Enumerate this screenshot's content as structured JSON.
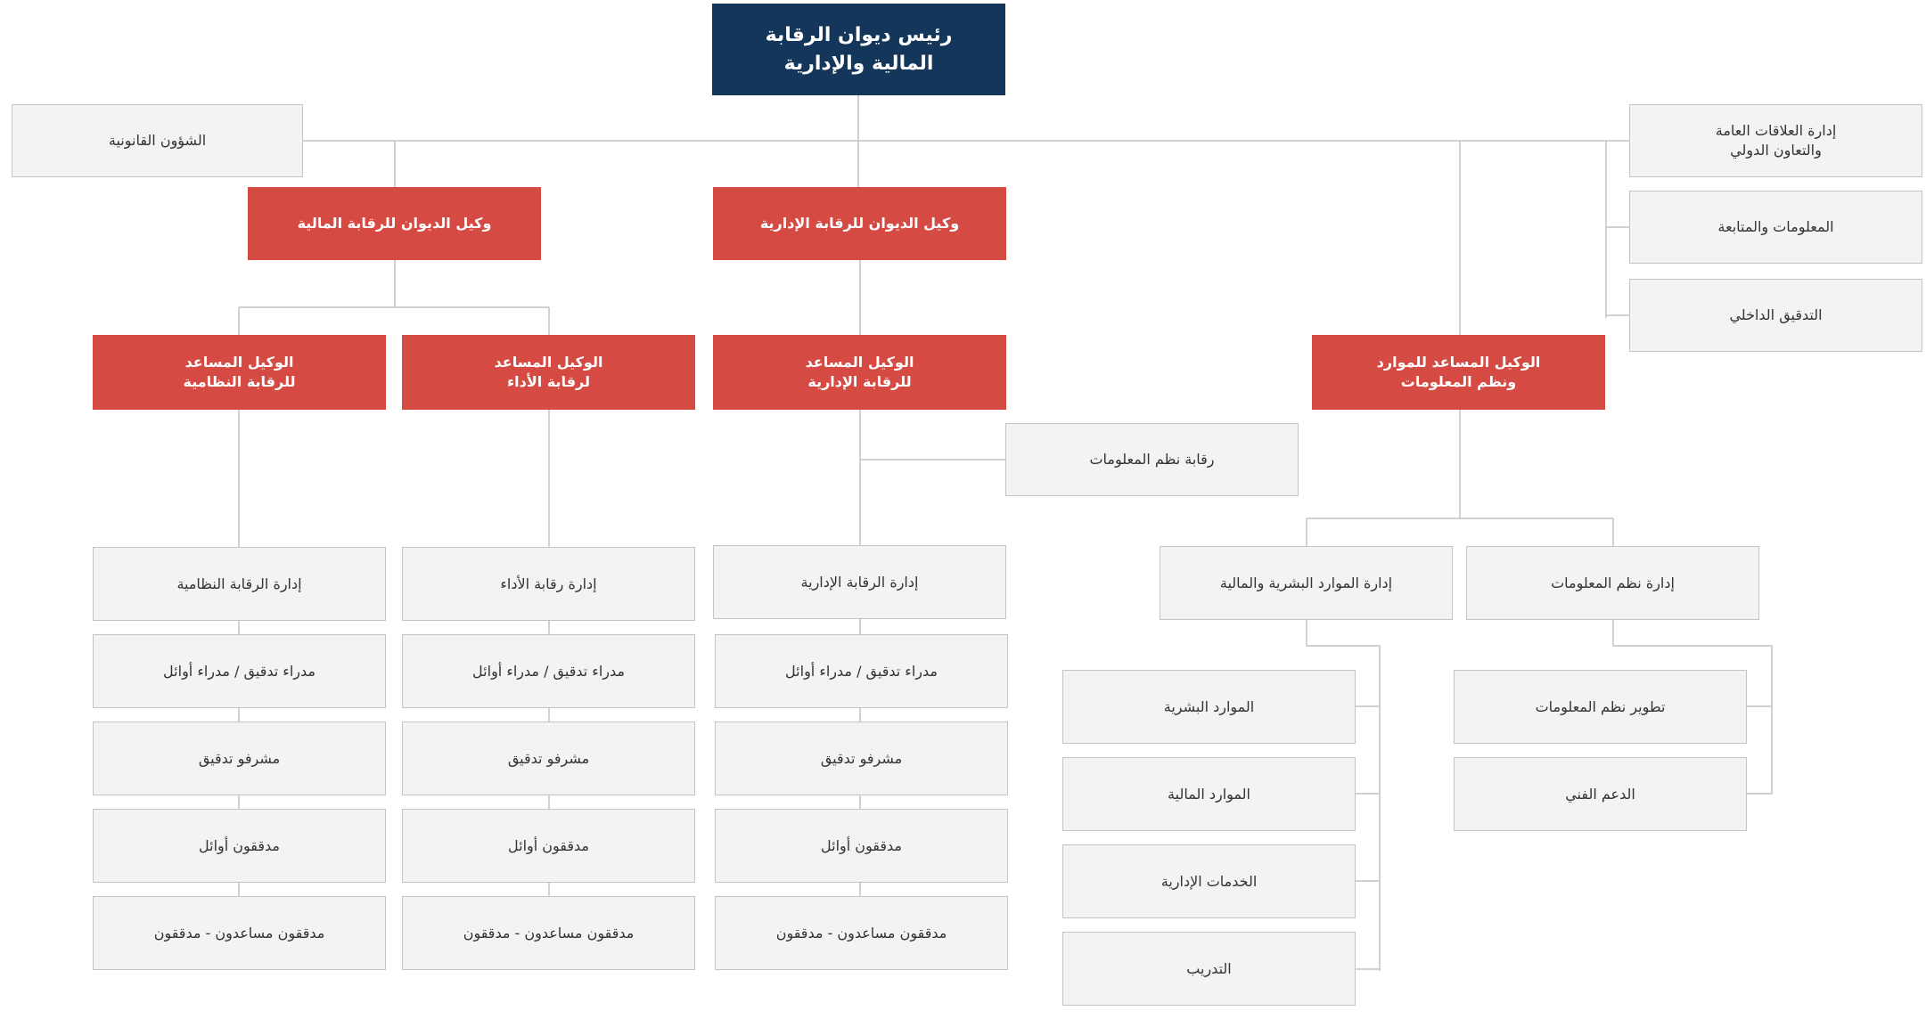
{
  "colors": {
    "head": "#14365b",
    "deputy": "#d54a42",
    "unit_fill": "#f3f3f3",
    "unit_border": "#c4c4c4",
    "connector": "#c4c4c4"
  },
  "nodes": {
    "president": "رئيس ديوان الرقابة\nالمالية والإدارية",
    "legal_affairs": "الشؤون القانونية",
    "public_relations": "إدارة العلاقات العامة\nوالتعاون الدولي",
    "information_followup": "المعلومات والمتابعة",
    "internal_audit": "التدقيق الداخلي",
    "deputy_financial": "وكيل الديوان للرقابة المالية",
    "deputy_administrative": "وكيل الديوان للرقابة الإدارية",
    "asst_regulatory": "الوكيل المساعد\nللرقابة النظامية",
    "asst_performance": "الوكيل المساعد\nلرقابة الأداء",
    "asst_administrative": "الوكيل المساعد\nللرقابة الإدارية",
    "asst_resources": "الوكيل المساعد للموارد\nونظم المعلومات",
    "is_control": "رقابة نظم المعلومات",
    "col_regulatory": [
      "إدارة الرقابة النظامية",
      "مدراء تدقيق / مدراء أوائل",
      "مشرفو تدقيق",
      "مدققون أوائل",
      "مدققون مساعدون - مدققون"
    ],
    "col_performance": [
      "إدارة رقابة الأداء",
      "مدراء تدقيق / مدراء أوائل",
      "مشرفو تدقيق",
      "مدققون أوائل",
      "مدققون مساعدون - مدققون"
    ],
    "col_administrative": [
      "إدارة الرقابة الإدارية",
      "مدراء تدقيق / مدراء أوائل",
      "مشرفو تدقيق",
      "مدققون أوائل",
      "مدققون مساعدون - مدققون"
    ],
    "hr_finance_dept": "إدارة الموارد البشرية والمالية",
    "hr_finance_units": [
      "الموارد البشرية",
      "الموارد المالية",
      "الخدمات الإدارية",
      "التدريب"
    ],
    "is_dept": "إدارة نظم المعلومات",
    "is_units": [
      "تطوير نظم المعلومات",
      "الدعم الفني"
    ]
  }
}
